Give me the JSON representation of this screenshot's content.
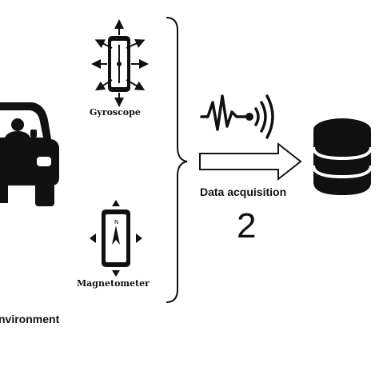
{
  "labels": {
    "gyroscope": "Gyroscope",
    "magnetometer": "Magnetometer",
    "data_acquisition": "Data acquisition",
    "step_number": "2",
    "environment": "nvironment"
  },
  "phone_letter": "N",
  "icons": [
    "car-icon",
    "gyroscope-phone-icon",
    "magnetometer-phone-icon",
    "signal-wave-icon",
    "arrow-right-icon",
    "database-icon",
    "curly-brace"
  ],
  "colors": {
    "ink": "#111111",
    "background": "#ffffff"
  }
}
